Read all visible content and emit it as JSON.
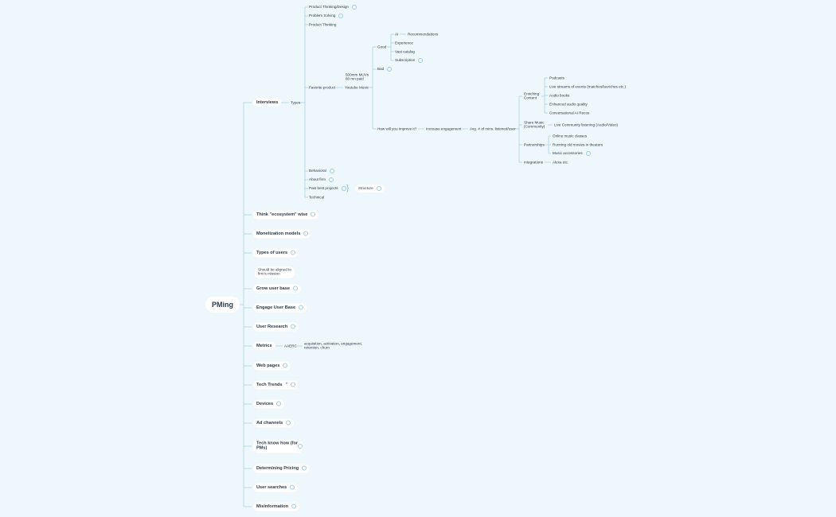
{
  "root": "PMing",
  "main": {
    "interviews": "Interviews",
    "think": "Think \"ecosystem\" wise",
    "monetization": "Monetization models",
    "types_users": "Types of users",
    "note_aligned": "Should be aligned to firm's mission",
    "grow": "Grow user base",
    "engage": "Engage User Base",
    "research": "User Research",
    "metrics": "Metrics",
    "webpages": "Web pages",
    "tech_trends": "Tech Trends",
    "devices": "Devices",
    "ad_channels": "Ad channels",
    "tech_know": "Tech know how (for PMs)",
    "pricing": "Determining Pricing",
    "searches": "User searches",
    "misinfo": "Misinformation"
  },
  "interviews": {
    "types": "Types",
    "items": {
      "product_thinking_design": "Product Thinking/Design",
      "problem_solving": "Problem Solving",
      "product_thinking": "Product Thinking",
      "favorite_product": "Favorite product",
      "behavioral": "Behavioral",
      "about_firm": "About firm",
      "past_best_projects": "Past best projects",
      "technical": "Technical"
    },
    "structure": "Structure",
    "youtube_music": "Youtube Music",
    "mau_note": "500mm MUVs 80 mn paid",
    "good": "Good",
    "bad": "Bad",
    "improve": "How will you improve it?",
    "good_items": {
      "ai": "AI",
      "recommendations": "Recommendations",
      "experience": "Experience",
      "vast_catalog": "Vast catalog",
      "subscription": "Subscription"
    },
    "increase_engagement": "Increase engagement",
    "avg_mins": "Avg. # of mins. listened/user",
    "strategies": {
      "enriching": "Enriching Content",
      "share_music": "Share Music (Community)",
      "partnerships": "Partnerships",
      "integrations": "Integrations"
    },
    "enriching_items": {
      "podcasts": "Podcasts",
      "live_streams": "Live streams of events (matches/launches etc.)",
      "audio_books": "Audio books",
      "enhanced_audio": "Enhanced audio quality",
      "conversational_ai": "Conversational AI Recos"
    },
    "share_items": {
      "live_community": "Live Community listening (Audio/Video)"
    },
    "partnership_items": {
      "online_music": "Online music classes",
      "old_movies": "Running old movies in theaters",
      "music_accessories": "Music accessories"
    },
    "integration_items": {
      "alexa": "Alexa etc."
    }
  },
  "metrics": {
    "aaerc": "AAERC",
    "aaerc_note": "acquisition, activation, engagement, retention, churn"
  },
  "colors": {
    "background": "#eef7fb",
    "line": "#9fcbe0",
    "text": "#2b3a4a"
  }
}
